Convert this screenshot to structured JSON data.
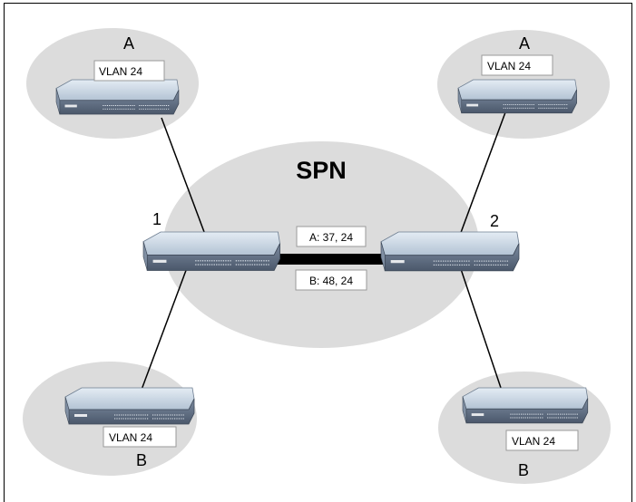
{
  "diagram": {
    "center_label": "SPN",
    "switch_labels": {
      "left": "1",
      "right": "2"
    },
    "sites": {
      "top_left": {
        "site_label": "A",
        "vlan_label": "VLAN 24"
      },
      "top_right": {
        "site_label": "A",
        "vlan_label": "VLAN 24"
      },
      "bottom_left": {
        "site_label": "B",
        "vlan_label": "VLAN 24"
      },
      "bottom_right": {
        "site_label": "B",
        "vlan_label": "VLAN 24"
      }
    },
    "trunk_labels": {
      "upper": "A: 37, 24",
      "lower": "B: 48, 24"
    },
    "colors": {
      "cloud_fill": "#dcdcdc",
      "switch_top": "#c9d6e3",
      "switch_front": "#5f6f85",
      "link": "#000000"
    }
  }
}
